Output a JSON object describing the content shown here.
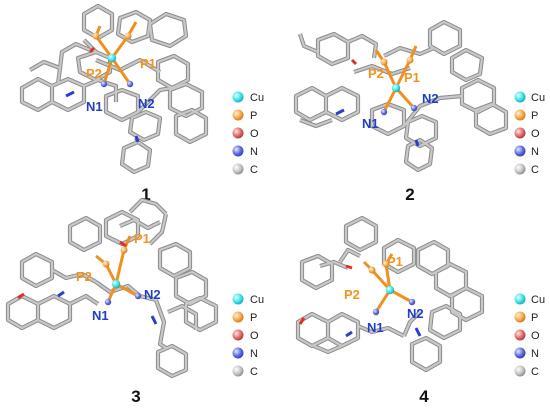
{
  "panels": [
    {
      "number": "1",
      "atoms": {
        "P2": "P2",
        "P1": "P1",
        "N1": "N1",
        "N2": "N2"
      },
      "legend": [
        {
          "label": "Cu",
          "color": "#3de3e6"
        },
        {
          "label": "P",
          "color": "#f5a94a"
        },
        {
          "label": "O",
          "color": "#e06b6b"
        },
        {
          "label": "N",
          "color": "#5c6be0"
        },
        {
          "label": "C",
          "color": "#b9b9b9"
        }
      ]
    },
    {
      "number": "2",
      "atoms": {
        "P2": "P2",
        "P1": "P1",
        "N1": "N1",
        "N2": "N2"
      },
      "legend": [
        {
          "label": "Cu",
          "color": "#3de3e6"
        },
        {
          "label": "P",
          "color": "#f5a94a"
        },
        {
          "label": "O",
          "color": "#e06b6b"
        },
        {
          "label": "N",
          "color": "#5c6be0"
        },
        {
          "label": "C",
          "color": "#b9b9b9"
        }
      ]
    },
    {
      "number": "3",
      "atoms": {
        "P2": "P2",
        "P1": "P1",
        "N1": "N1",
        "N2": "N2"
      },
      "legend": [
        {
          "label": "Cu",
          "color": "#3de3e6"
        },
        {
          "label": "P",
          "color": "#f5a94a"
        },
        {
          "label": "O",
          "color": "#e06b6b"
        },
        {
          "label": "N",
          "color": "#5c6be0"
        },
        {
          "label": "C",
          "color": "#b9b9b9"
        }
      ]
    },
    {
      "number": "4",
      "atoms": {
        "P2": "P2",
        "P1": "P1",
        "N1": "N1",
        "N2": "N2"
      },
      "legend": [
        {
          "label": "Cu",
          "color": "#3de3e6"
        },
        {
          "label": "P",
          "color": "#f5a94a"
        },
        {
          "label": "O",
          "color": "#e06b6b"
        },
        {
          "label": "N",
          "color": "#5c6be0"
        },
        {
          "label": "C",
          "color": "#b9b9b9"
        }
      ]
    }
  ],
  "colors": {
    "copper": "#3de3e6",
    "phosphorus": "#f39321",
    "oxygen": "#e0302e",
    "nitrogen": "#1f3fc8",
    "carbon": "#9a9a9a"
  }
}
